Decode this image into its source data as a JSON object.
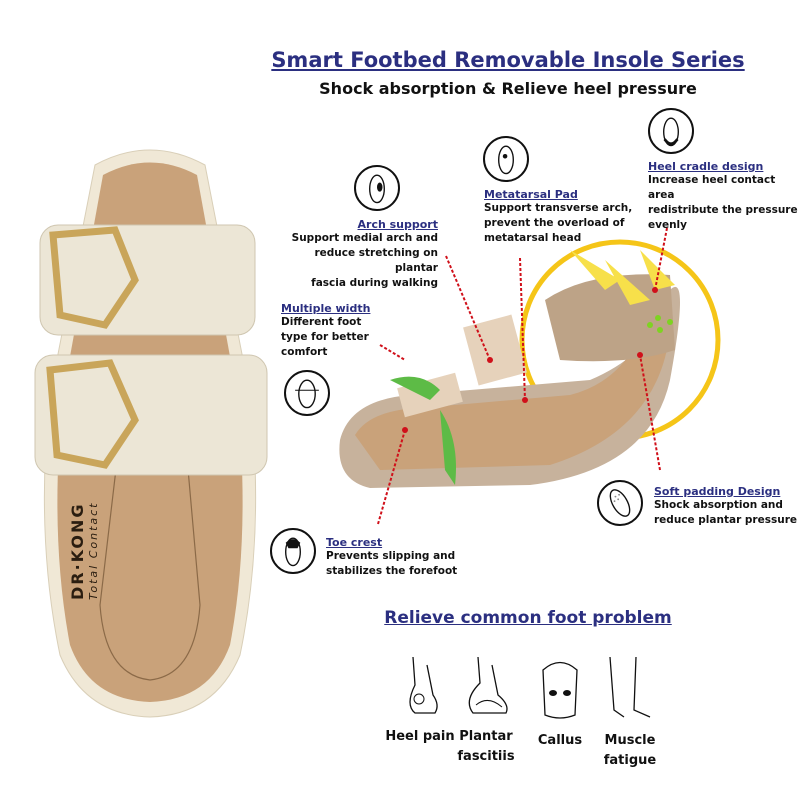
{
  "header": {
    "title": "Smart Footbed Removable Insole Series",
    "subtitle": "Shock absorption & Relieve heel pressure"
  },
  "product": {
    "brand_logo": "DR·KONG",
    "logo_tagline": "Total Contact"
  },
  "features": [
    {
      "title": "Arch support",
      "desc": [
        "Support medial arch and",
        "reduce stretching on plantar",
        "fascia during walking"
      ],
      "icon": "foot-arch-icon"
    },
    {
      "title": "Metatarsal Pad",
      "desc": [
        "Support transverse arch,",
        "prevent the overload of",
        "metatarsal head"
      ],
      "icon": "foot-metatarsal-icon"
    },
    {
      "title": "Heel cradle design",
      "desc": [
        "Increase heel contact area",
        "redistribute the pressure",
        "evenly"
      ],
      "icon": "foot-heel-icon"
    },
    {
      "title": "Multiple width",
      "desc": [
        "Different foot",
        "type for better",
        "comfort"
      ],
      "icon": "foot-width-icon"
    },
    {
      "title": "Toe crest",
      "desc": [
        "Prevents slipping and",
        "stabilizes the forefoot"
      ],
      "icon": "foot-toe-icon"
    },
    {
      "title": "Soft padding Design",
      "desc": [
        "Shock absorption and",
        "reduce plantar pressure"
      ],
      "icon": "insole-padding-icon"
    }
  ],
  "problems": {
    "title": "Relieve common foot problem",
    "items": [
      {
        "label": [
          "Heel pain"
        ],
        "icon": "heel-pain-icon"
      },
      {
        "label": [
          "Plantar",
          "fascitiis"
        ],
        "icon": "plantar-fasciitis-icon"
      },
      {
        "label": [
          "Callus"
        ],
        "icon": "callus-icon"
      },
      {
        "label": [
          "Muscle",
          "fatigue"
        ],
        "icon": "muscle-fatigue-icon"
      }
    ]
  },
  "colors": {
    "accent": "#2b2f80",
    "leader": "#d0101a",
    "footbed": "#c9a27a",
    "strap": "#ece6d6"
  }
}
